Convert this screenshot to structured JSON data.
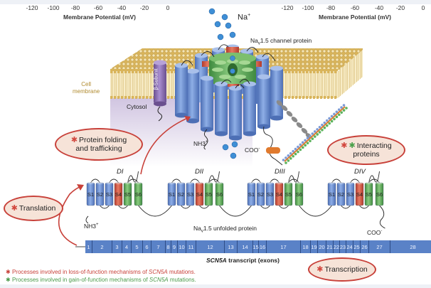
{
  "axis_left": {
    "ticks": [
      "-120",
      "-100",
      "-80",
      "-60",
      "-40",
      "-20",
      "0"
    ],
    "label": "Membrane Potential (mV)"
  },
  "axis_right": {
    "ticks": [
      "-120",
      "-100",
      "-80",
      "-60",
      "-40",
      "-20",
      "0"
    ],
    "label": "Membrane Potential (mV)"
  },
  "membrane": {
    "ion_label": "Na",
    "ion_charge": "+",
    "channel_label_prefix": "Na",
    "channel_label_sub": "v",
    "channel_label_suffix": "1.5 channel protein",
    "cell_membrane_label_1": "Cell",
    "cell_membrane_label_2": "membrane",
    "cytosol_label": "Cytosol",
    "beta_subunit_label": "β-Subunit",
    "nh3_label": "NH3",
    "nh3_charge": "+",
    "coo_label": "COO",
    "coo_charge": "-"
  },
  "processes": {
    "protein_folding": {
      "line1": "Protein folding",
      "line2": "and trafficking",
      "stars": [
        "loss"
      ]
    },
    "interacting": {
      "line1": "Interacting",
      "line2": "proteins",
      "stars": [
        "loss",
        "gain"
      ]
    },
    "translation": {
      "label": "Translation",
      "stars": [
        "loss"
      ]
    },
    "transcription": {
      "label": "Transcription",
      "stars": [
        "loss"
      ]
    }
  },
  "unfolded": {
    "domains": [
      "DI",
      "DII",
      "DIII",
      "DIV"
    ],
    "segments": [
      "S1",
      "S2",
      "S3",
      "S4",
      "S5",
      "S6"
    ],
    "segment_colors": [
      "#6b8fd1",
      "#6b8fd1",
      "#6b8fd1",
      "#d2533f",
      "#5aa85a",
      "#5aa85a"
    ],
    "label_prefix": "Na",
    "label_sub": "v",
    "label_suffix": "1.5 unfolded protein",
    "nh3_label": "NH3",
    "nh3_charge": "+",
    "coo_label": "COO",
    "coo_charge": "-"
  },
  "transcript": {
    "exons": [
      "1",
      "2",
      "3",
      "4",
      "5",
      "6",
      "7",
      "8",
      "9",
      "10",
      "11",
      "12",
      "13",
      "14",
      "15",
      "16",
      "17",
      "18",
      "19",
      "20",
      "21",
      "22",
      "23",
      "24",
      "25",
      "26",
      "27",
      "28"
    ],
    "title_italic": "SCN5A",
    "title_rest": " transcript (exons)"
  },
  "legend": {
    "loss_prefix": "Processes involved in loss-of-function mechanisms of ",
    "gain_prefix": "Processes involved in gain-of-function mechanisms of ",
    "gene": "SCN5A",
    "suffix": " mutations.",
    "star": "✱"
  },
  "colors": {
    "loss": "#d2473e",
    "gain": "#4aa04a",
    "helix_blue": "#6b8fd1",
    "helix_red": "#d2533f",
    "helix_green": "#5aa85a",
    "membrane_gold": "#d9b45a",
    "cytosol": "#d9cfe6",
    "exon_blue": "#5a82c7"
  }
}
